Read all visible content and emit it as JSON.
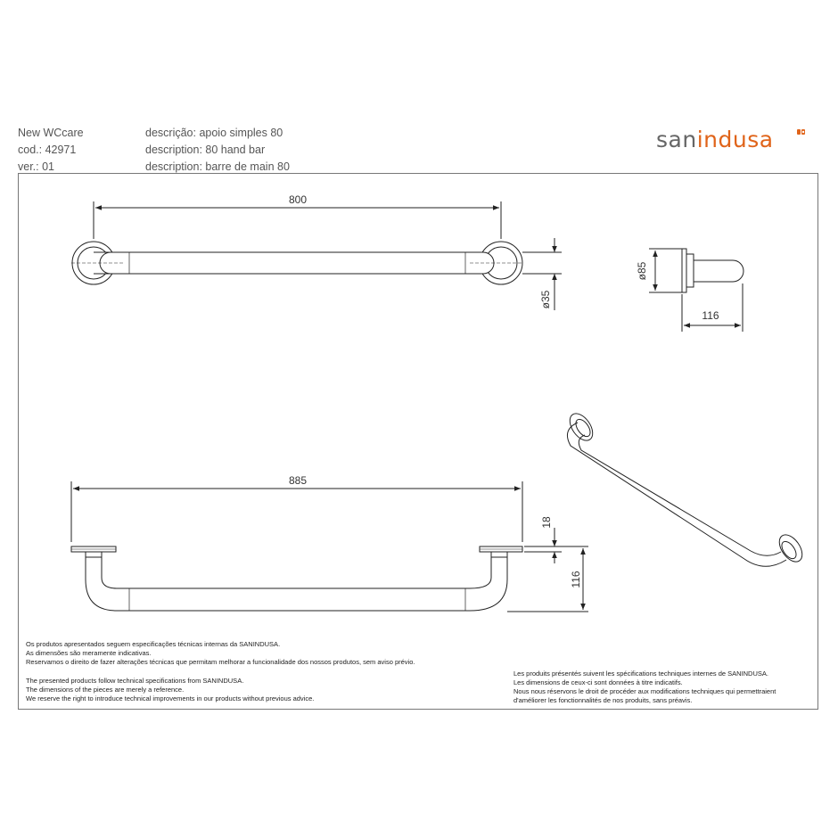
{
  "header": {
    "left": [
      "New WCcare",
      "cod.: 42971",
      "ver.: 01"
    ],
    "descriptions": [
      "descrição: apoio simples 80",
      "description: 80 hand bar",
      "description: barre de main 80"
    ]
  },
  "logo": {
    "part1": "san",
    "part2": "indusa",
    "accent_color": "#e0641a"
  },
  "dimensions": {
    "top_length": "800",
    "diameter_bar": "ø35",
    "diameter_flange": "ø85",
    "side_depth": "116",
    "front_length": "885",
    "front_flange": "18",
    "front_depth": "116"
  },
  "notes": {
    "pt": [
      "Os produtos apresentados seguem especificações técnicas internas da SANINDUSA.",
      "As dimensões são meramente indicativas.",
      "Reservamos o direito de fazer alterações técnicas que permitam melhorar a funcionalidade dos nossos produtos, sem aviso prévio."
    ],
    "en": [
      "The presented products follow technical specifications from SANINDUSA.",
      "The dimensions of the pieces are merely a reference.",
      "We reserve the right to introduce technical improvements in our products without previous advice."
    ],
    "fr": [
      "Les produits présentés suivent les spécifications techniques internes de SANINDUSA.",
      "Les dimensions de ceux-ci sont données à titre indicatifs.",
      "Nous nous réservons le droit de procéder aux modifications techniques qui permettraient",
      "d'améliorer les fonctionnalités de nos produits, sans préavis."
    ]
  }
}
